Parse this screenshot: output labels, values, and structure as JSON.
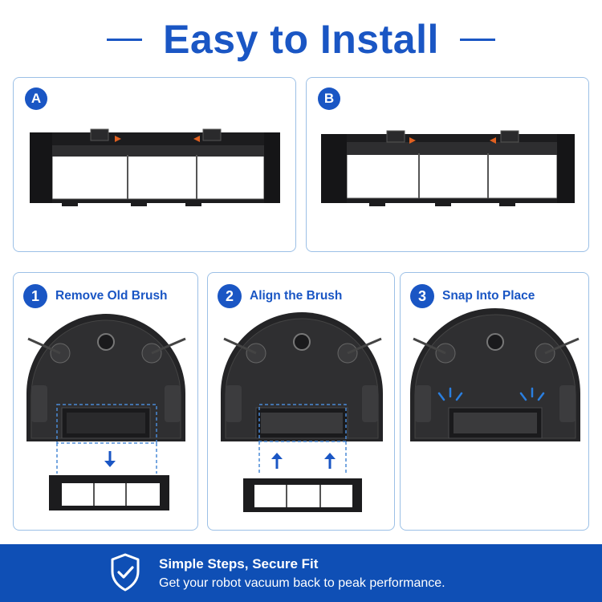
{
  "header": {
    "title": "Easy to Install"
  },
  "panels": [
    {
      "badge": "A"
    },
    {
      "badge": "B"
    }
  ],
  "steps": [
    {
      "number": "1",
      "label": "Remove Old Brush"
    },
    {
      "number": "2",
      "label": "Align the Brush"
    },
    {
      "number": "3",
      "label": "Snap Into Place"
    }
  ],
  "footer": {
    "title": "Simple Steps, Secure Fit",
    "subtitle": "Get your robot vacuum back to peak performance."
  },
  "colors": {
    "accent": "#1a56c4",
    "banner": "#0f4fb5",
    "border": "#9cc0e6"
  },
  "icons": {
    "footer": "shield-check-icon",
    "arrow": "arrow-icon"
  }
}
